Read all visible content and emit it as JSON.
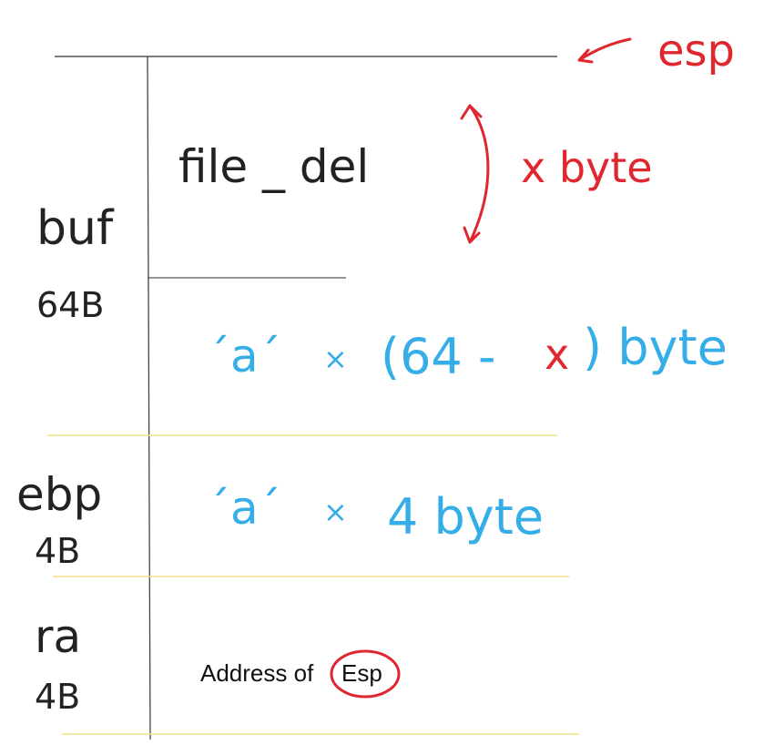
{
  "colors": {
    "ink": "#222222",
    "red": "#e0262e",
    "blue": "#35aee8",
    "yellow_line": "#f2e088",
    "divider": "#555555"
  },
  "pointer_label": "esp",
  "regions": {
    "buf": {
      "name": "buf",
      "size": "64B"
    },
    "ebp": {
      "name": "ebp",
      "size": "4B"
    },
    "ra": {
      "name": "ra",
      "size": "4B"
    }
  },
  "content": {
    "file_del": "file _ del",
    "x_byte": "x byte",
    "fill_quote_open": "´a´",
    "fill_times": "×",
    "fill_paren_open": "(64 -",
    "fill_x": "x",
    "fill_paren_close": ") byte",
    "ebp_fill_quote": "´a´",
    "ebp_fill_times": "×",
    "ebp_fill_rest": "4 byte",
    "ra_text_before": "Address of ",
    "ra_text_circled": "Esp"
  }
}
